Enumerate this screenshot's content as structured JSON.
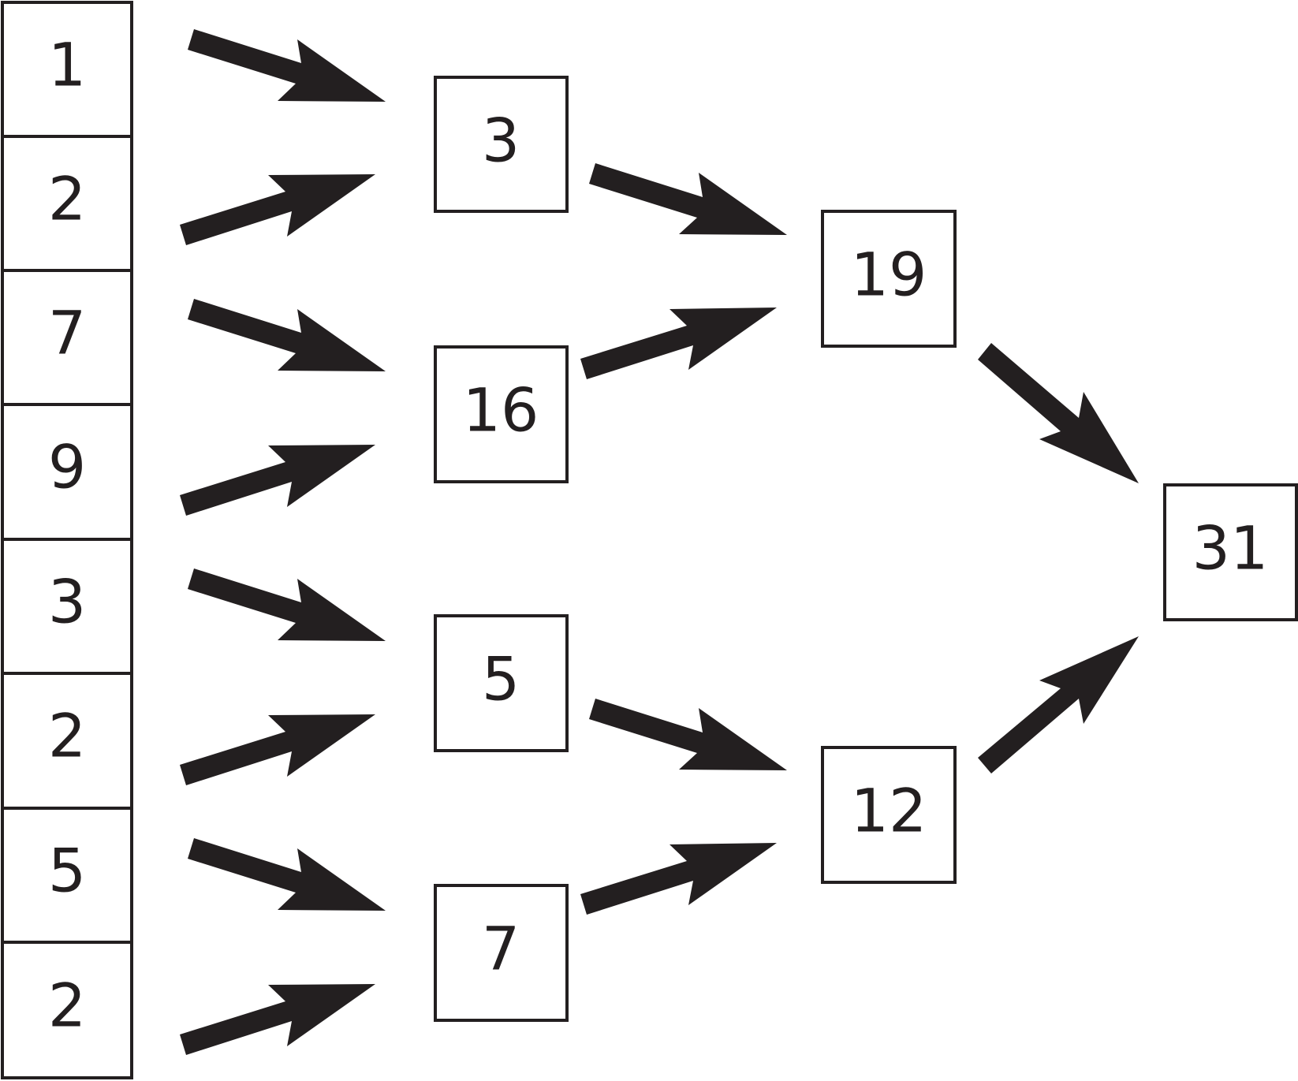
{
  "diagram": {
    "input_values": [
      "1",
      "2",
      "7",
      "9",
      "3",
      "2",
      "5",
      "2"
    ],
    "level1_values": [
      "3",
      "16",
      "5",
      "7"
    ],
    "level2_values": [
      "19",
      "12"
    ],
    "result_value": "31"
  },
  "colors": {
    "stroke": "#231f20",
    "background": "#ffffff"
  }
}
